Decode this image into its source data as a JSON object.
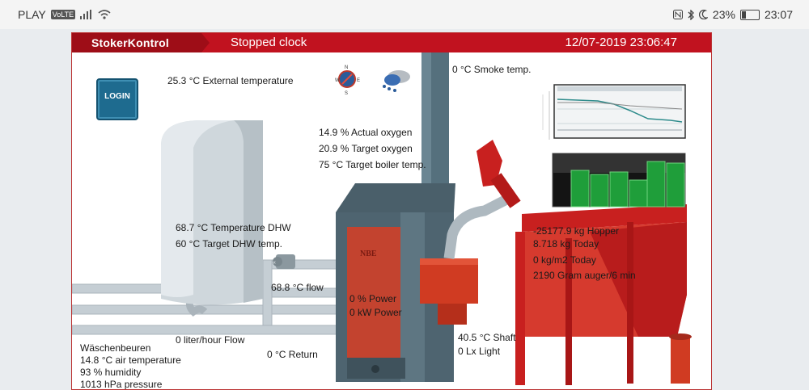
{
  "statusbar": {
    "carrier": "PLAY",
    "volte": "VoLTE",
    "battery_percent": "23%",
    "time": "23:07"
  },
  "header": {
    "brand": "StokerKontrol",
    "state": "Stopped clock",
    "datetime": "12/07-2019 23:06:47"
  },
  "login": {
    "label": "LOGIN"
  },
  "labels": {
    "external_temp": "25.3 °C External temperature",
    "smoke_temp": "0 °C Smoke temp.",
    "actual_oxygen": "14.9 % Actual oxygen",
    "target_oxygen": "20.9 % Target oxygen",
    "target_boiler": "75 °C Target boiler temp.",
    "temp_dhw": "68.7 °C Temperature DHW",
    "target_dhw": "60 °C Target DHW temp.",
    "flow_temp": "68.8 °C flow",
    "power_pct": "0 % Power",
    "power_kw": "0 kW Power",
    "hopper": "-25177.9 kg Hopper",
    "today": "8.718 kg Today",
    "kg_m2_today": "0 kg/m2 Today",
    "auger": "2190 Gram auger/6 min",
    "flow_rate": "0 liter/hour Flow",
    "return_temp": "0 °C Return",
    "shaft": "40.5 °C Shaft",
    "light": "0 Lx Light",
    "city": "Wäschenbeuren",
    "air_temp": "14.8 °C air temperature",
    "humidity": "93 % humidity",
    "pressure": "1013 hPa pressure",
    "boiler_brand": "NBE"
  },
  "colors": {
    "header_red": "#c1121f",
    "hopper_red": "#c8201f",
    "chart_green": "#1f9e3a",
    "pipe_gray": "#c5ced4",
    "boiler_slate": "#4e6470"
  },
  "icons": [
    "signal-icon",
    "wifi-icon",
    "nfc-icon",
    "bluetooth-icon",
    "moon-icon",
    "battery-icon",
    "compass-icon",
    "weather-cloud-rain-icon"
  ]
}
